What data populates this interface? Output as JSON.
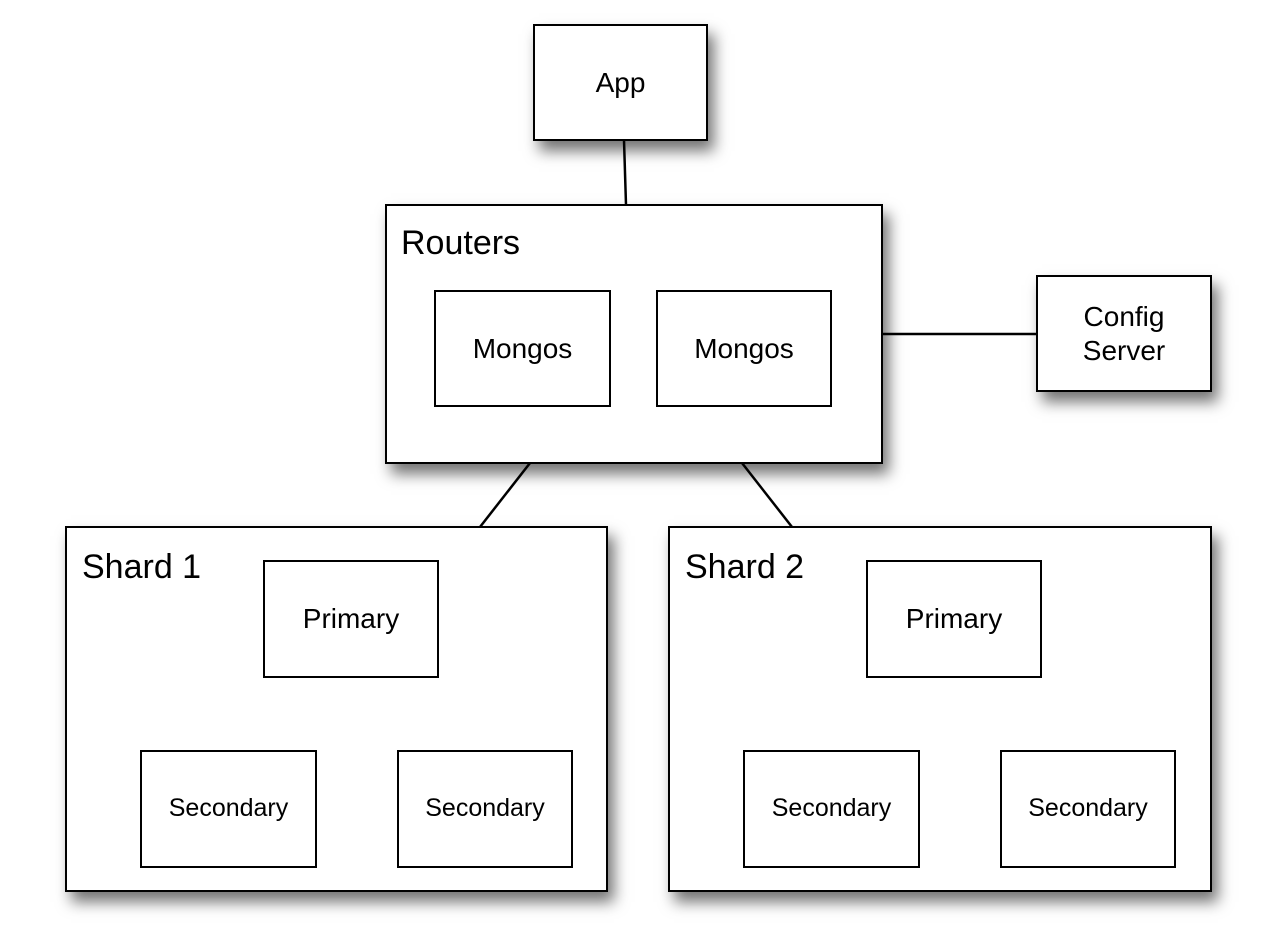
{
  "nodes": {
    "app": "App",
    "routers": {
      "title": "Routers",
      "mongos": [
        "Mongos",
        "Mongos"
      ]
    },
    "config_server": [
      "Config",
      "Server"
    ],
    "shards": [
      {
        "title": "Shard 1",
        "primary": "Primary",
        "secondaries": [
          "Secondary",
          "Secondary"
        ]
      },
      {
        "title": "Shard 2",
        "primary": "Primary",
        "secondaries": [
          "Secondary",
          "Secondary"
        ]
      }
    ]
  },
  "colors": {
    "stroke": "#000000",
    "fill": "#ffffff",
    "shadow": "#000000"
  }
}
